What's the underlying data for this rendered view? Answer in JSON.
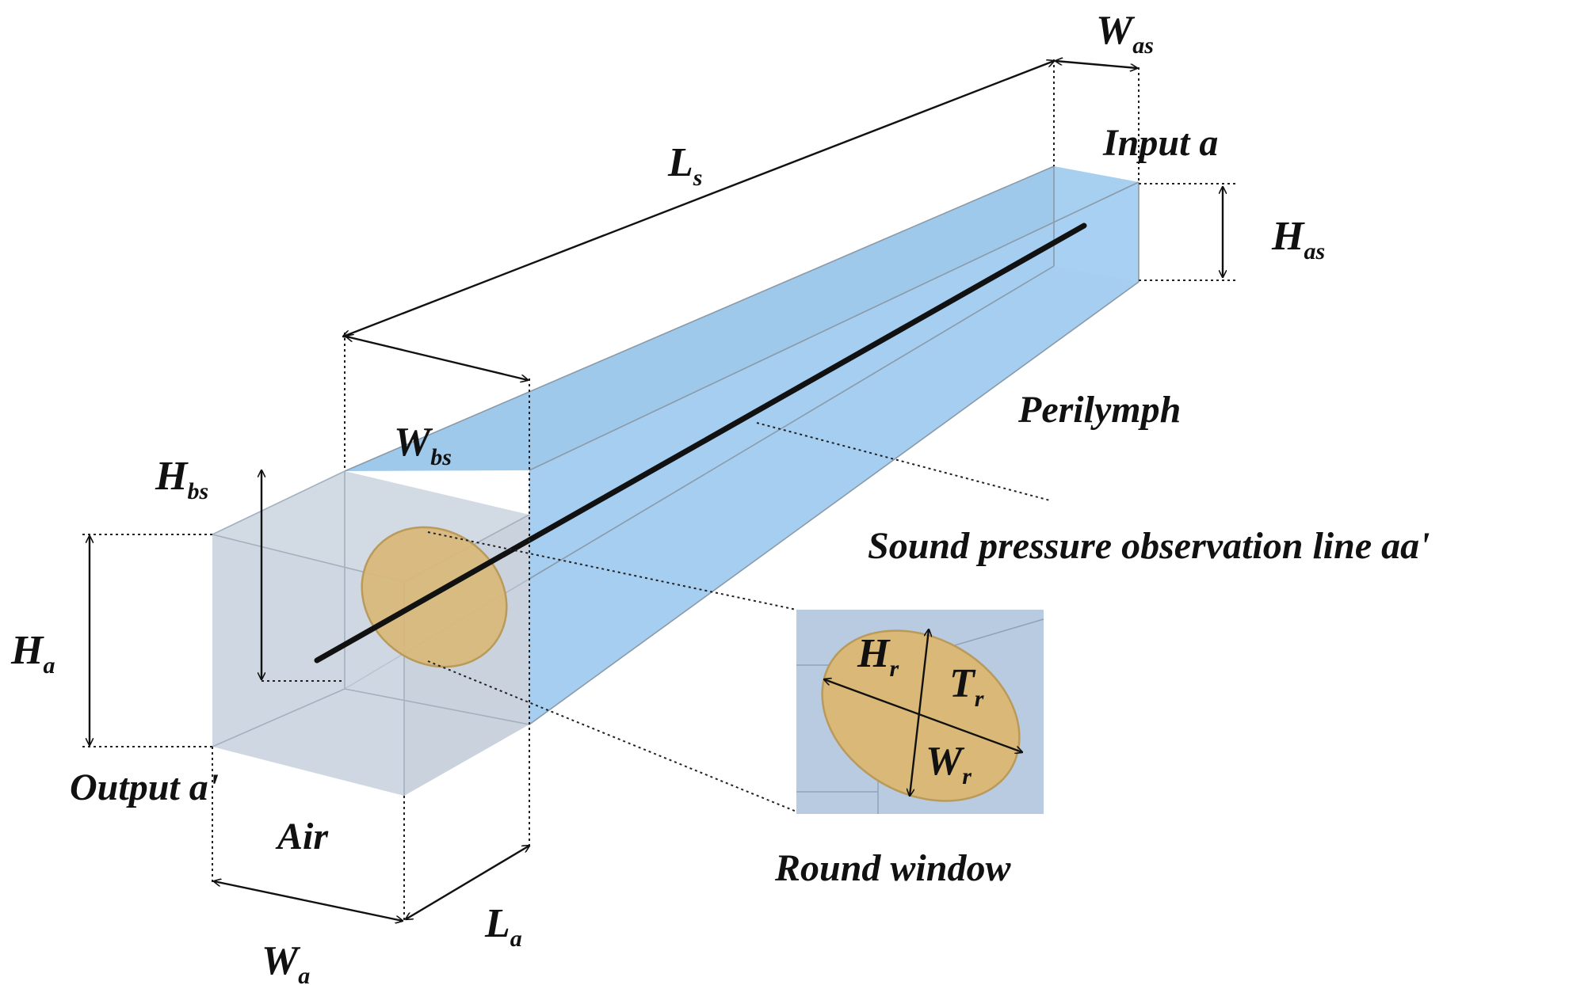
{
  "diagram": {
    "labels": {
      "ls": {
        "main": "L",
        "sub": "s"
      },
      "was": {
        "main": "W",
        "sub": "as"
      },
      "input": "Input a",
      "has": {
        "main": "H",
        "sub": "as"
      },
      "perilymph": "Perilymph",
      "wbs": {
        "main": "W",
        "sub": "bs"
      },
      "hbs": {
        "main": "H",
        "sub": "bs"
      },
      "observation": "Sound pressure observation line aa'",
      "ha": {
        "main": "H",
        "sub": "a"
      },
      "output": "Output a'",
      "air": "Air",
      "round_window": "Round window",
      "wa": {
        "main": "W",
        "sub": "a"
      },
      "la": {
        "main": "L",
        "sub": "a"
      },
      "hr": {
        "main": "H",
        "sub": "r"
      },
      "tr": {
        "main": "T",
        "sub": "r"
      },
      "wr": {
        "main": "W",
        "sub": "r"
      }
    },
    "colors": {
      "perilymph_fill": "#9cc9ee",
      "perilymph_top": "#8ec0e8",
      "air_fill": "#c3cedb",
      "round_window": "#d9b878",
      "round_window_stroke": "#b99a5a",
      "inset_bg": "#b9cbe0",
      "line": "#111111"
    }
  }
}
